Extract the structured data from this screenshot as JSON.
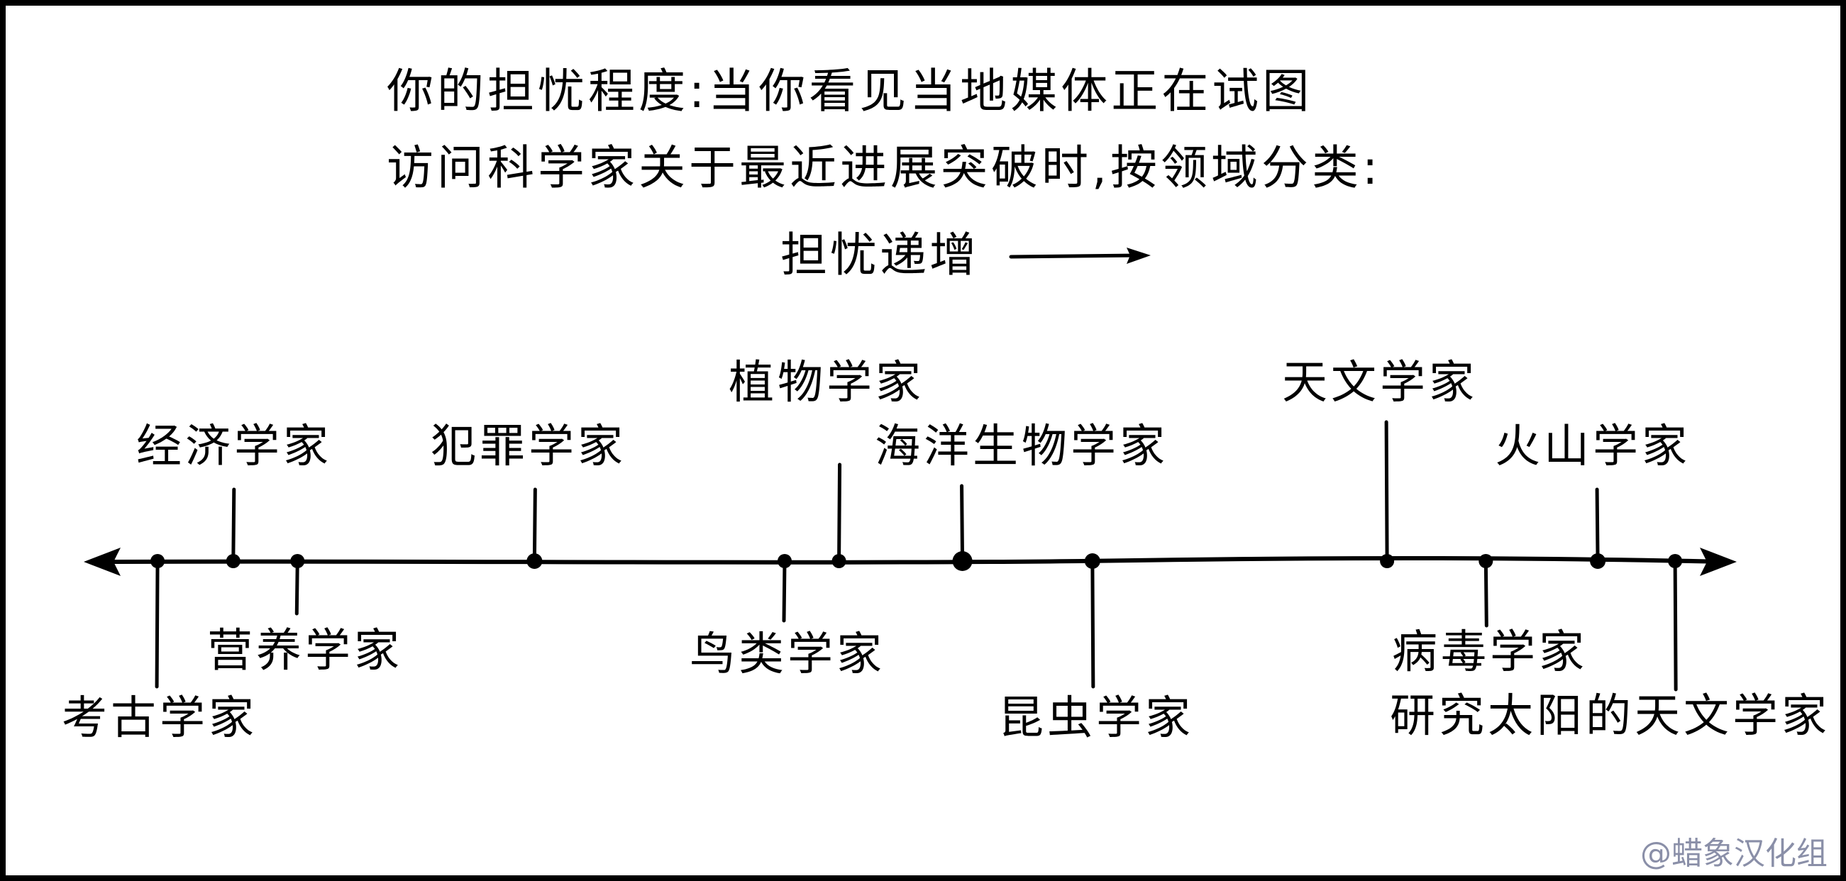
{
  "title": {
    "line1": "你的担忧程度:当你看见当地媒体正在试图",
    "line2": "访问科学家关于最近进展突破时,按领域分类:"
  },
  "direction_label": "担忧递增",
  "fields": [
    {
      "label": "考古学家",
      "level": 0.044,
      "side": "below"
    },
    {
      "label": "经济学家",
      "level": 0.09,
      "side": "above"
    },
    {
      "label": "营养学家",
      "level": 0.129,
      "side": "below"
    },
    {
      "label": "犯罪学家",
      "level": 0.273,
      "side": "above"
    },
    {
      "label": "鸟类学家",
      "level": 0.425,
      "side": "below"
    },
    {
      "label": "植物学家",
      "level": 0.458,
      "side": "above"
    },
    {
      "label": "海洋生物学家",
      "level": 0.533,
      "side": "above"
    },
    {
      "label": "昆虫学家",
      "level": 0.612,
      "side": "below"
    },
    {
      "label": "天文学家",
      "level": 0.791,
      "side": "above"
    },
    {
      "label": "病毒学家",
      "level": 0.851,
      "side": "below"
    },
    {
      "label": "火山学家",
      "level": 0.919,
      "side": "above"
    },
    {
      "label": "研究太阳的天文学家",
      "level": 0.966,
      "side": "below"
    }
  ],
  "credit": "@蜡象汉化组",
  "colors": {
    "ink": "#000000",
    "credit": "#8a8fa8",
    "background": "#ffffff"
  }
}
